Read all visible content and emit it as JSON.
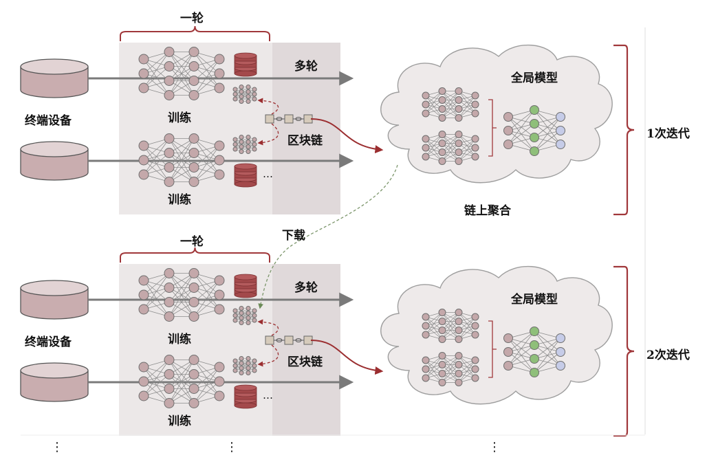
{
  "rows": [
    {
      "round_label": "一轮",
      "multi_round_label": "多轮",
      "device_label": "终端设备",
      "train_label_top": "训练",
      "train_label_bottom": "训练",
      "blockchain_label": "区块链",
      "global_model_label": "全局模型",
      "iteration_label": "1次迭代",
      "ellipsis": "…"
    },
    {
      "round_label": "一轮",
      "multi_round_label": "多轮",
      "device_label": "终端设备",
      "train_label_top": "训练",
      "train_label_bottom": "训练",
      "blockchain_label": "区块链",
      "global_model_label": "全局模型",
      "iteration_label": "2次迭代",
      "ellipsis": "…"
    }
  ],
  "onchain_aggregation_label": "链上聚合",
  "download_label": "下载",
  "vertical_ellipsis": "⋮",
  "colors": {
    "panel": "#ece8e8",
    "panel_shade": "#e0d9da",
    "node": "#c4a8aa",
    "brace": "#a0373a",
    "arrow": "#7a7a7a",
    "blockchain_arrow": "#9b2e30",
    "download_line": "#7b956a",
    "cloud_fill": "#eeeaea",
    "cloud_stroke": "#9e9e9e",
    "green_node": "#8fbf7a",
    "blue_node": "#c6cce8"
  }
}
